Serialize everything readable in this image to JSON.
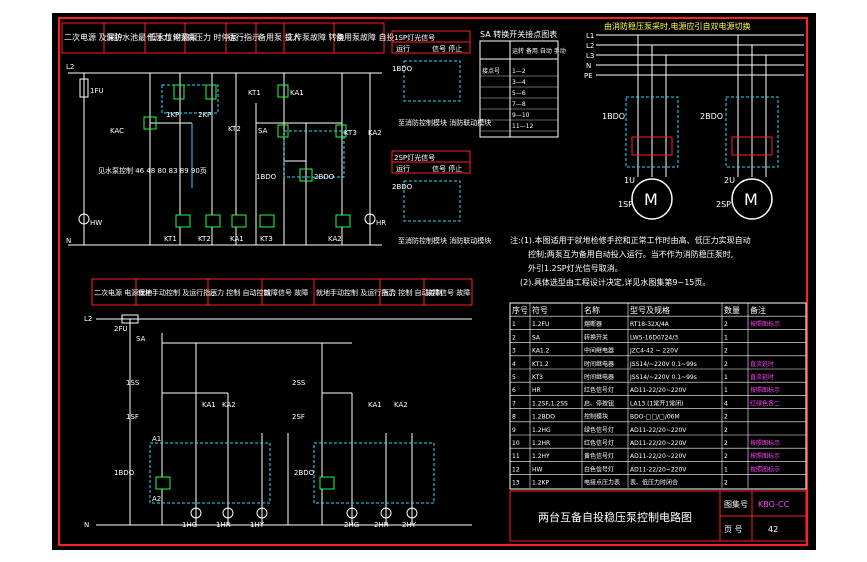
{
  "colors": {
    "background": "#000000",
    "frame": "#ff2020",
    "wire": "#ffffff",
    "green": "#20ff40",
    "cyan": "#20e0ff",
    "yellow": "#ffff40",
    "magenta": "#ff40ff"
  },
  "upper_headers": [
    "二次电源 及保护",
    "消防水池最 低水位停泵",
    "低压力 时启泵",
    "高压力 时停泵",
    "运行指示",
    "备用泵 投入",
    "工作泵故障 转换",
    "备用泵故障 自投"
  ],
  "switch_table": {
    "title": "SA 转换开关接点图表",
    "header_a": "接点号",
    "header_b": "运转 备用 自动 手动",
    "rows": [
      "1—2",
      "3—4",
      "5—6",
      "7—8",
      "9—10",
      "11—12"
    ]
  },
  "box_1sp": {
    "header": [
      "1SP灯光信号",
      "运行",
      "信号 停止"
    ],
    "label": "1BDO",
    "note": "至消防控制模块 消防联动模块"
  },
  "box_2sp": {
    "header": [
      "2SP灯光信号",
      "运行",
      "信号 停止"
    ],
    "label": "2BDO",
    "note": "至消防控制模块 消防联动模块"
  },
  "power_note": "由消防稳压泵采时,电源应引自双电源切换",
  "bus_labels": [
    "L1",
    "L2",
    "L3",
    "N",
    "PE"
  ],
  "motor_labels": {
    "m1": "1U",
    "m2": "2U",
    "p1": "1SP",
    "p2": "2SP",
    "c1": "1BDO",
    "c2": "2BDO",
    "motor": "M"
  },
  "upper_labels": {
    "l2": "L2",
    "n": "N",
    "fu": "1FU",
    "kac": "KAC",
    "water": "见水泵控制 46 48 80 83 89 90页",
    "kp1": "1KP",
    "kp2": "2KP",
    "kt1": "KT1",
    "ka1": "KA1",
    "kt2": "KT2",
    "sa": "SA",
    "kt3": "KT3",
    "ka2": "KA2",
    "bdo1": "1BDO",
    "bdo2": "2BDO",
    "hw": "HW",
    "hr": "HR"
  },
  "lower_headers": [
    "二次电源 电源保护",
    "就地手动控制 及运行指示",
    "压力 控制 自动控制",
    "故障信号 故障",
    "就地手动控制 及运行指示",
    "压力 控制 自动控制",
    "故障信号 故障"
  ],
  "lower_labels": {
    "l2": "L2",
    "n": "N",
    "fu": "2FU",
    "sa": "SA",
    "ss1": "1SS",
    "ss2": "2SS",
    "sf1": "1SF",
    "sf2": "2SF",
    "bdo1": "1BDO",
    "bdo2": "2BDO",
    "ka1": "KA1",
    "ka2": "KA2",
    "hg1": "1HG",
    "hr1": "1HR",
    "hy1": "1HY",
    "hg2": "2HG",
    "hr2": "2HR",
    "hy2": "2HY",
    "a1": "A1",
    "a2": "A2"
  },
  "notes": [
    "注:(1).本图适用于就地检修手控和正常工作时由高、低压力实现自动",
    "控制;两泵互为备用自动投入运行。当不作为消防稳压泵时,",
    "外引1.2SP灯光信号取消。",
    "(2).具体选型由工程设计决定,详见水图集第9~15页。"
  ],
  "parts_table": {
    "headers": [
      "序号",
      "符号",
      "名称",
      "型号及规格",
      "数量",
      "备注"
    ],
    "rows": [
      [
        "1",
        "1.2FU",
        "熔断器",
        "RT18-32X/4A",
        "2",
        "按照图标示"
      ],
      [
        "2",
        "SA",
        "转换开关",
        "LW5-16D0724/3",
        "1",
        ""
      ],
      [
        "3",
        "KA1.2",
        "中间继电器",
        "JZC4-42 ~ 220V",
        "2",
        ""
      ],
      [
        "4",
        "KT1.2",
        "时间继电器",
        "JSS14/~220V 0.1~99s",
        "2",
        "直流延时"
      ],
      [
        "5",
        "KT3",
        "时间继电器",
        "JSS14/~220V 0.1~99s",
        "1",
        "直流延时"
      ],
      [
        "6",
        "HR",
        "红色信号灯",
        "AD11-22/20~220V",
        "1",
        "按照图标示"
      ],
      [
        "7",
        "1.2SF,1.2SS",
        "启、停按钮",
        "LA13 (1常开1常闭)",
        "4",
        "红绿色各二"
      ],
      [
        "8",
        "1.2BDO",
        "控制模块",
        "BDO-□□/□/06M",
        "2",
        ""
      ],
      [
        "9",
        "1.2HG",
        "绿色信号灯",
        "AD11-22/20~220V",
        "2",
        ""
      ],
      [
        "10",
        "1.2HR",
        "红色信号灯",
        "AD11-22/20~220V",
        "2",
        "按照图标示"
      ],
      [
        "11",
        "1.2HY",
        "黄色信号灯",
        "AD11-22/20~220V",
        "2",
        "按照图标示"
      ],
      [
        "12",
        "HW",
        "白色信号灯",
        "AD11-22/20~220V",
        "1",
        "按照图标示"
      ],
      [
        "13",
        "1.2KP",
        "电接点压力表",
        "表、低压力时闭合",
        "2",
        ""
      ]
    ]
  },
  "title_block": {
    "title": "两台互备自投稳压泵控制电路图",
    "atlas_label": "图集号",
    "atlas_value": "KBO-CC",
    "page_label": "页 号",
    "page_value": "42"
  }
}
